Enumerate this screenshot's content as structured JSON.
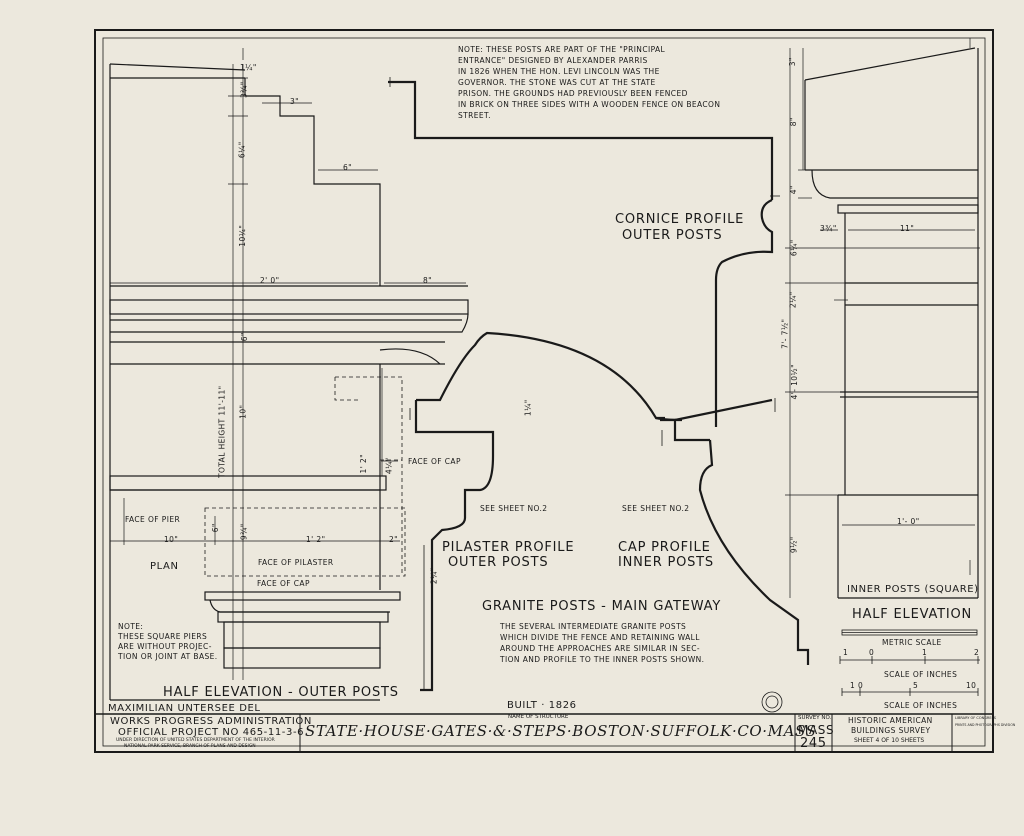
{
  "note": {
    "lines": [
      "NOTE: THESE POSTS ARE PART OF THE \"PRINCIPAL",
      "ENTRANCE\" DESIGNED BY ALEXANDER PARRIS",
      "IN 1826 WHEN THE HON. LEVI LINCOLN WAS THE",
      "GOVERNOR. THE STONE WAS CUT AT THE STATE",
      "PRISON. THE GROUNDS HAD PREVIOUSLY BEEN FENCED",
      "IN BRICK ON THREE SIDES WITH A WOODEN FENCE ON BEACON",
      "STREET."
    ]
  },
  "labels": {
    "cornice_profile_1": "CORNICE PROFILE",
    "cornice_profile_2": "OUTER POSTS",
    "pilaster_profile_1": "PILASTER PROFILE",
    "pilaster_profile_2": "OUTER POSTS",
    "cap_profile_1": "CAP PROFILE",
    "cap_profile_2": "INNER POSTS",
    "see_sheet_left": "SEE SHEET NO.2",
    "see_sheet_right": "SEE SHEET NO.2",
    "face_of_cap_upper": "FACE OF CAP",
    "face_of_pier": "FACE OF PIER",
    "face_of_pilaster": "FACE OF PILASTER",
    "face_of_cap_lower": "FACE OF CAP",
    "plan": "PLAN",
    "total_height": "TOTAL HEIGHT 11'-11\"",
    "square_note": [
      "NOTE:",
      "THESE SQUARE PIERS",
      "ARE WITHOUT PROJEC-",
      "TION OR JOINT AT BASE."
    ],
    "half_elev_outer": "HALF ELEVATION - OUTER POSTS",
    "inner_posts": "INNER POSTS (SQUARE)",
    "half_elev": "HALF ELEVATION",
    "granite_title": "GRANITE POSTS - MAIN GATEWAY",
    "granite_text": [
      "THE SEVERAL INTERMEDIATE GRANITE POSTS",
      "WHICH DIVIDE THE FENCE AND RETAINING WALL",
      "AROUND THE APPROACHES ARE SIMILAR IN SEC-",
      "TION AND PROFILE TO THE INNER POSTS SHOWN."
    ],
    "metric_scale": "METRIC SCALE",
    "metric_ticks": [
      "1",
      "0",
      "1",
      "2"
    ],
    "inch_ticks": [
      "1 0",
      "5",
      "10"
    ],
    "scale_of_inches_1": "SCALE OF INCHES",
    "scale_of_inches_2": "SCALE OF INCHES",
    "built": "BUILT · 1826",
    "delineator": "MAXIMILIAN UNTERSEE DEL"
  },
  "dims": {
    "d_1_25": "1¼\"",
    "d_3_75": "3¾\"",
    "d_3": "3\"",
    "d_6_25": "6¼\"",
    "d_6": "6\"",
    "d_10_25": "10¼\"",
    "d_2_0": "2' 0\"",
    "d_8": "8\"",
    "d_6b": "6\"",
    "d_10": "10\"",
    "d_1_2": "1' 2\"",
    "d_9_75": "9¾\"",
    "d_10b": "10\"",
    "d_1_2b": "1' 2\"",
    "d_2": "2\"",
    "d_6c": "6\"",
    "d_4_25": "4¼\"",
    "d_3r": "3\"",
    "d_8r": "8\"",
    "d_4r": "4\"",
    "d_3_75r": "3¾\"",
    "d_11r": "11\"",
    "d_6_25r": "6¼\"",
    "d_2_25r": "2¼\"",
    "d_7_5r": "7'- 7½\"",
    "d_4_10r": "4'- 10½\"",
    "d_9_5r": "9½\"",
    "d_1_0r": "1'- 0\"",
    "d_2_25p": "2¼\"",
    "d_1_25p": "1¼\""
  },
  "title_block": {
    "wpa_1": "WORKS PROGRESS ADMINISTRATION",
    "wpa_2": "OFFICIAL PROJECT NO 465-11-3-6",
    "wpa_3": "UNDER DIRECTION OF UNITED STATES DEPARTMENT OF THE INTERIOR",
    "wpa_4": "NATIONAL PARK SERVICE, BRANCH OF PLANS AND DESIGN",
    "structure_caption": "NAME OF STRUCTURE",
    "structure_name": "STATE·HOUSE·GATES·&·STEPS·BOSTON·SUFFOLK·CO·MASS",
    "survey_caption": "SURVEY NO.",
    "survey_1": "MASS",
    "survey_2": "245",
    "habs_1": "HISTORIC AMERICAN",
    "habs_2": "BUILDINGS SURVEY",
    "sheet_of": "SHEET 4 OF 10 SHEETS",
    "library": "LIBRARY OF CONGRESS",
    "division": "PRINTS AND PHOTOGRAPHS DIVISION"
  },
  "colors": {
    "paper": "#ece8dd",
    "ink": "#1a1a1a"
  }
}
